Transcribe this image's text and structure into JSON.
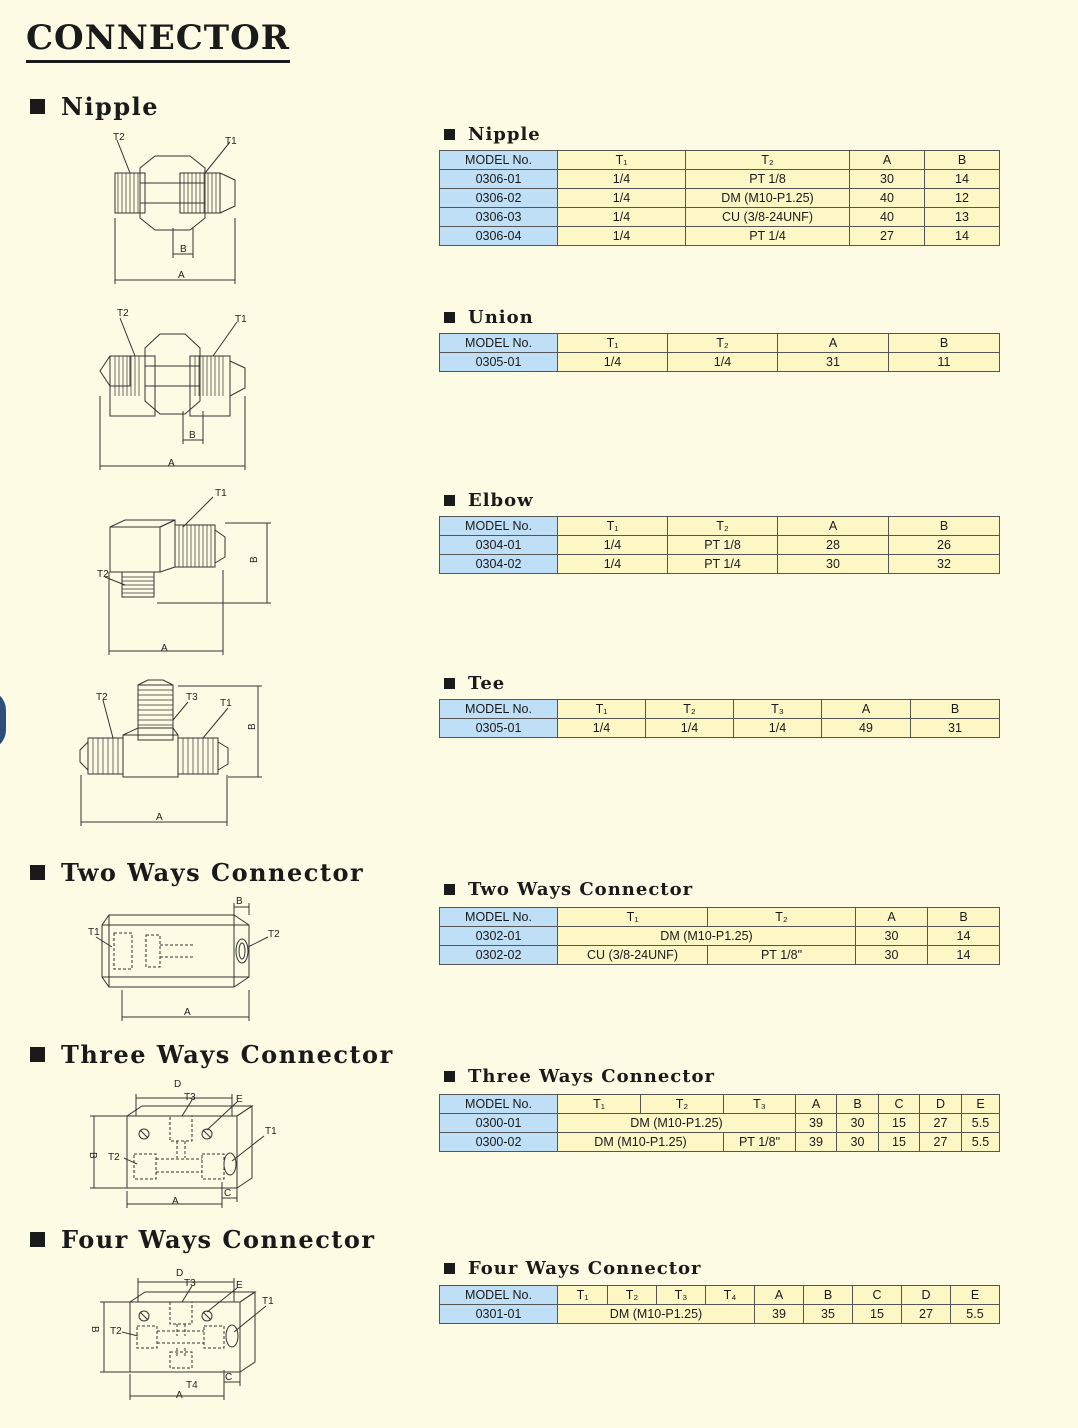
{
  "page_title": "CONNECTOR",
  "sections": {
    "nipple": "Nipple",
    "two_ways": "Two Ways Connector",
    "three_ways": "Three Ways Connector",
    "four_ways": "Four Ways Connector"
  },
  "labels": {
    "T1": "T1",
    "T2": "T2",
    "T3": "T3",
    "T4": "T4",
    "A": "A",
    "B": "B",
    "C": "C",
    "D": "D",
    "E": "E"
  },
  "tables": {
    "nipple": {
      "title": "Nipple",
      "headers": [
        "MODEL No.",
        "T₁",
        "T₂",
        "A",
        "B"
      ],
      "rows": [
        [
          "0306-01",
          "1/4",
          "PT 1/8",
          "30",
          "14"
        ],
        [
          "0306-02",
          "1/4",
          "DM (M10-P1.25)",
          "40",
          "12"
        ],
        [
          "0306-03",
          "1/4",
          "CU (3/8-24UNF)",
          "40",
          "13"
        ],
        [
          "0306-04",
          "1/4",
          "PT 1/4",
          "27",
          "14"
        ]
      ]
    },
    "union": {
      "title": "Union",
      "headers": [
        "MODEL No.",
        "T₁",
        "T₂",
        "A",
        "B"
      ],
      "rows": [
        [
          "0305-01",
          "1/4",
          "1/4",
          "31",
          "11"
        ]
      ]
    },
    "elbow": {
      "title": "Elbow",
      "headers": [
        "MODEL No.",
        "T₁",
        "T₂",
        "A",
        "B"
      ],
      "rows": [
        [
          "0304-01",
          "1/4",
          "PT 1/8",
          "28",
          "26"
        ],
        [
          "0304-02",
          "1/4",
          "PT 1/4",
          "30",
          "32"
        ]
      ]
    },
    "tee": {
      "title": "Tee",
      "headers": [
        "MODEL No.",
        "T₁",
        "T₂",
        "T₃",
        "A",
        "B"
      ],
      "rows": [
        [
          "0305-01",
          "1/4",
          "1/4",
          "1/4",
          "49",
          "31"
        ]
      ]
    },
    "two_ways": {
      "title": "Two Ways Connector",
      "headers": [
        "MODEL No.",
        "T₁",
        "T₂",
        "A",
        "B"
      ],
      "rows": [
        {
          "model": "0302-01",
          "merged": "DM (M10-P1.25)",
          "A": "30",
          "B": "14"
        },
        {
          "model": "0302-02",
          "T1": "CU (3/8-24UNF)",
          "T2": "PT 1/8\"",
          "A": "30",
          "B": "14"
        }
      ]
    },
    "three_ways": {
      "title": "Three Ways Connector",
      "headers": [
        "MODEL No.",
        "T₁",
        "T₂",
        "T₃",
        "A",
        "B",
        "C",
        "D",
        "E"
      ],
      "rows": [
        {
          "model": "0300-01",
          "merged": "DM (M10-P1.25)",
          "A": "39",
          "B": "30",
          "C": "15",
          "D": "27",
          "E": "5.5"
        },
        {
          "model": "0300-02",
          "merged12": "DM (M10-P1.25)",
          "T3": "PT 1/8\"",
          "A": "39",
          "B": "30",
          "C": "15",
          "D": "27",
          "E": "5.5"
        }
      ]
    },
    "four_ways": {
      "title": "Four Ways Connector",
      "headers": [
        "MODEL No.",
        "T₁",
        "T₂",
        "T₃",
        "T₄",
        "A",
        "B",
        "C",
        "D",
        "E"
      ],
      "rows": [
        {
          "model": "0301-01",
          "merged": "DM (M10-P1.25)",
          "A": "39",
          "B": "35",
          "C": "15",
          "D": "27",
          "E": "5.5"
        }
      ]
    }
  }
}
